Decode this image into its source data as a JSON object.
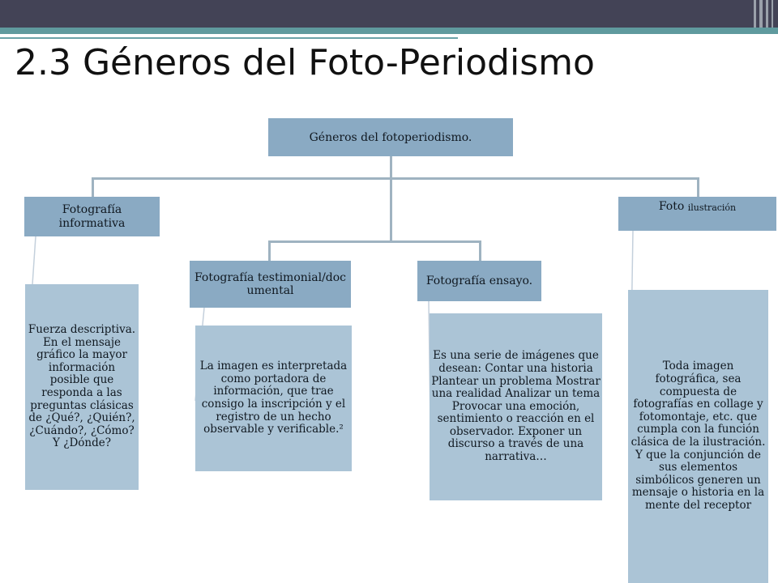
{
  "slide": {
    "title": "2.3 Géneros del Foto-Periodismo",
    "accent_dark": "#434356",
    "accent_teal": "#5f9a9e"
  },
  "diagram": {
    "root": "Géneros del fotoperiodismo.",
    "branches": [
      {
        "label": "Fotografía informativa",
        "description": "Fuerza descriptiva. En el mensaje gráfico la mayor información posible que responda a las preguntas clásicas de ¿Qué?, ¿Quién?, ¿Cuándo?, ¿Cómo? Y ¿Dónde?"
      },
      {
        "label": "Fotografía testimonial/documental",
        "description": "La imagen es interpretada como portadora de información, que trae consigo la inscripción y el registro de un hecho observable y verificable.²"
      },
      {
        "label": "Fotografía ensayo.",
        "description": "Es una serie de imágenes que desean: Contar una historia Plantear un problema Mostrar una realidad Analizar un tema Provocar una emoción, sentimiento o reacción en el observador. Exponer un discurso a través de una narrativa…"
      },
      {
        "label_main": "Foto",
        "label_small": "ilustración",
        "description": "Toda imagen fotográfica, sea compuesta de fotografías en collage y fotomontaje, etc. que cumpla con la función clásica de la ilustración. Y que la conjunción de sus elementos simbólicos generen un mensaje o historia en la mente del receptor"
      }
    ]
  }
}
